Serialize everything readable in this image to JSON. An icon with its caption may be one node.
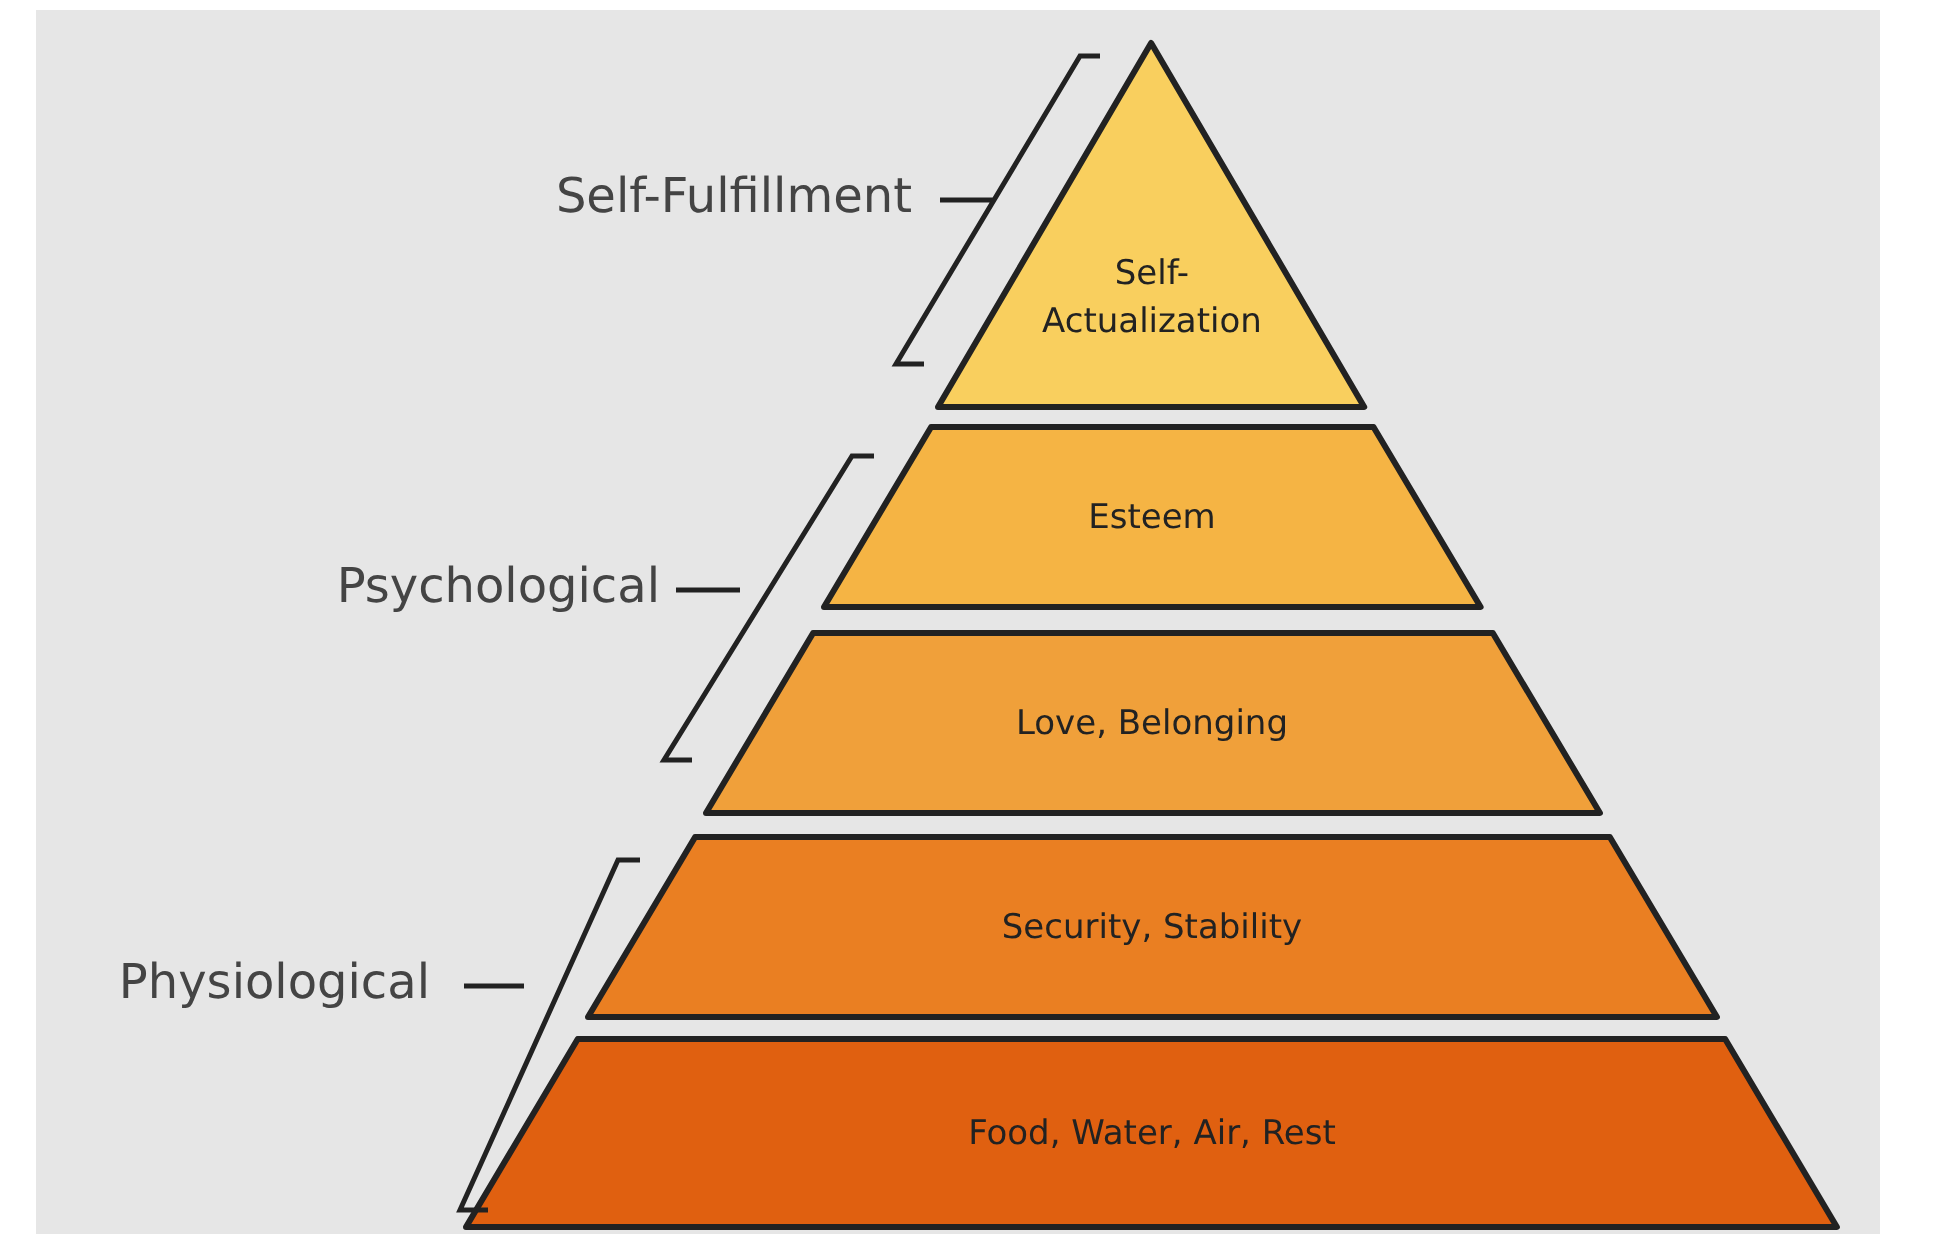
{
  "diagram": {
    "nodes": [
      {
        "text": [
          "Self-Actualization"
        ]
      },
      {
        "text": [
          "Esteem"
        ]
      },
      {
        "text": [
          "Love, Belonging"
        ]
      },
      {
        "text": [
          "Security, Stability"
        ]
      },
      {
        "text": [
          "Food, Water, Air, Rest"
        ]
      }
    ],
    "edges": [],
    "labels": [
      "Self-Fulfillment",
      "Psychological",
      "Physiological"
    ]
  }
}
